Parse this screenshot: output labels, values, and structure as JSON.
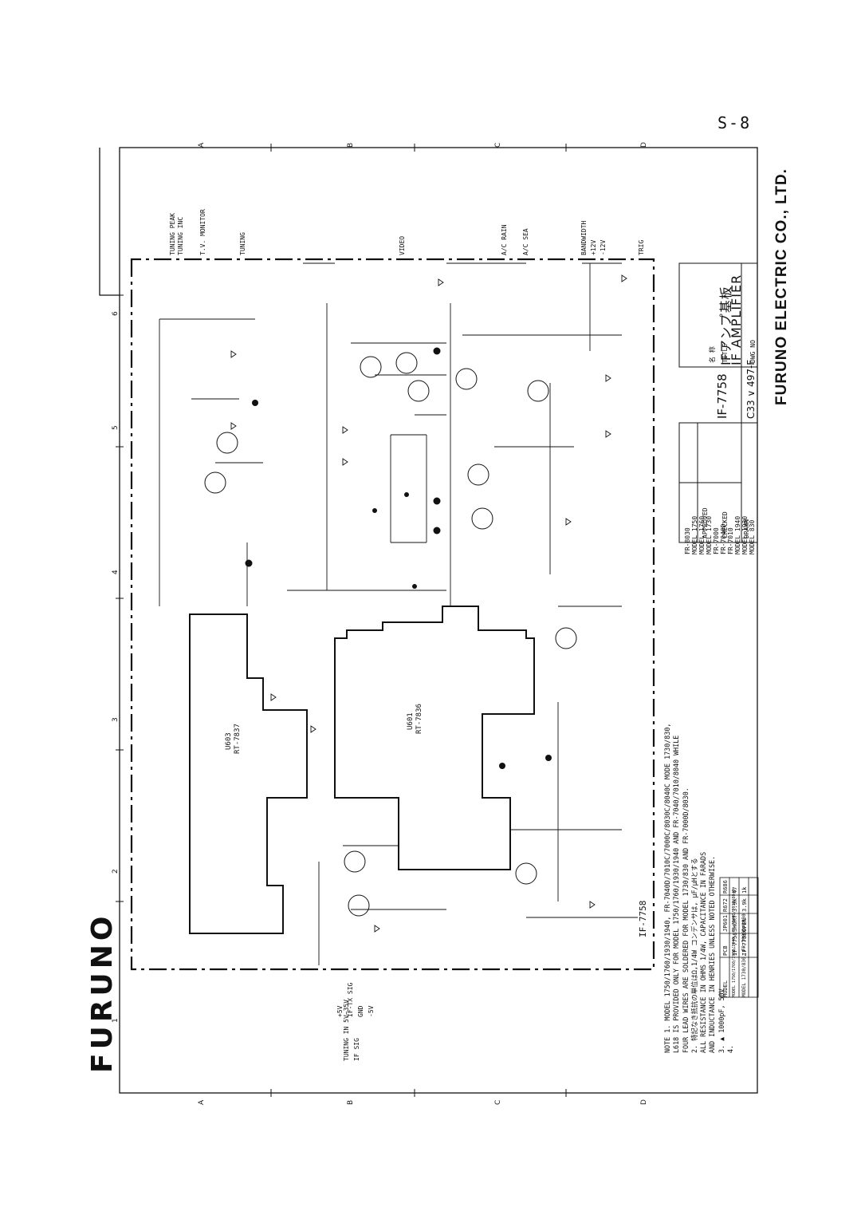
{
  "page_label": "S-8",
  "brand": "FURUNO",
  "company": "FURUNO ELECTRIC CO., LTD.",
  "title_block": {
    "title_jp": "IFアンプ基板",
    "title_en": "IF AMPLIFIER",
    "board_no": "IF-7758",
    "dwg_no": "C33 ∨ 497-F",
    "drawn_label": "DRAWN",
    "checked_label": "CHECKED",
    "approved_label": "APPROVED",
    "title_label": "TITLE",
    "dwg_no_label": "DWG NO",
    "name_jp": "名 称",
    "models_header": "FR-8030",
    "models": [
      "FR-8030",
      "MODEL 1750",
      "MODEL 1760",
      "MODEL 1730",
      "FR-7000",
      "FR-7040D",
      "FR-7010",
      "MODEL 1940",
      "MODEL 1930",
      "MODEL 830"
    ]
  },
  "grid": {
    "top": [
      "A",
      "B",
      "C",
      "D"
    ],
    "bottom": [
      "A",
      "B",
      "C",
      "D"
    ],
    "right": [
      "6",
      "5",
      "4",
      "3",
      "2",
      "1"
    ]
  },
  "blocks": {
    "u603": {
      "ref": "U603",
      "part": "RT-7837"
    },
    "u601": {
      "ref": "U601",
      "part": "RT-7836"
    },
    "board_tag": "IF-7758"
  },
  "io_labels": [
    "TUNING PEAK",
    "TUNING INC",
    "T.V. MONITOR",
    "TUNING",
    "IF-TX SIG",
    "GND",
    "+12V",
    "-12V",
    "VIDEO",
    "BANDWIDTH",
    "TRIG",
    "A/C SEA",
    "A/C RAIN",
    "+5V",
    "-5V",
    "TUNING IN 5V~35V",
    "IF SIG"
  ],
  "notes": [
    "NOTE 1. MODEL 1750/1760/1930/1940, FR-7040D/7010C/7000C/8030C/8040C MODE 1730/830,",
    "   L618 IS PROVIDED ONLY FOR MODEL 1750/1760/1930/1940 AND FR-7040/7010/8040 WHILE",
    "   FOUR LEAD WIRES ARE SOLDERED FOR MODEL 1730/830 AND FR-7000D/8030.",
    "2. 特記なき抵抗の単位はΩ,1/4W コンデンサは, μF/μHとする",
    "   ALL RESISTANCE IN OHMS 1/4W, CAPACITANCE IN FARADS",
    "   AND INDUCTANCE IN HENRIES UNLESS NOTED OTHERWISE.",
    "3. ▲ 1000pF, 50V",
    "4."
  ],
  "note4_table": {
    "headers": [
      "MODEL",
      "PCB",
      "JP601",
      "R672",
      "R686"
    ],
    "rows": [
      [
        "MODEL 1750/1760/1930/1940, FR-7040D/7010/8040",
        "IF-7758",
        "SHORT",
        "3.9k",
        "47"
      ],
      [
        "MODEL 1730/830, FR-7000D/8030",
        "IF-7758",
        "OPEN",
        "3.9k",
        "1k"
      ]
    ]
  }
}
